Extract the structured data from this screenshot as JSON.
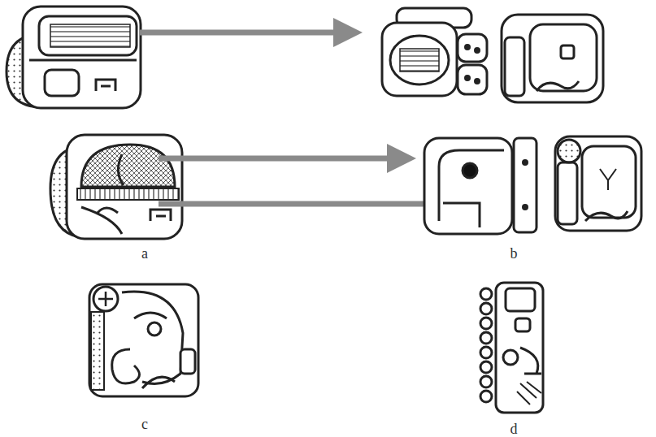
{
  "diagram": {
    "labels": [
      "a",
      "b",
      "c",
      "d"
    ]
  }
}
